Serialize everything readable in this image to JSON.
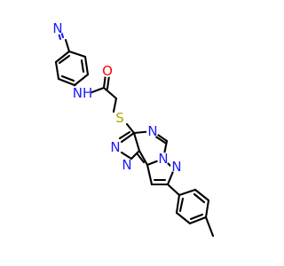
{
  "atoms": {
    "nitrile_n": {
      "label": "N",
      "color": "#1a1aff"
    },
    "amide_nh": {
      "label": "NH",
      "color": "#1a1aff"
    },
    "carbonyl_o": {
      "label": "O",
      "color": "#ff0000"
    },
    "thioether_s": {
      "label": "S",
      "color": "#a8a800"
    },
    "ring_n_a": {
      "label": "N",
      "color": "#1a1aff"
    },
    "ring_n_b": {
      "label": "N",
      "color": "#1a1aff"
    },
    "ring_n_c": {
      "label": "N",
      "color": "#1a1aff"
    },
    "ring_n_d": {
      "label": "N",
      "color": "#1a1aff"
    },
    "ring_n_e": {
      "label": "N",
      "color": "#1a1aff"
    }
  }
}
